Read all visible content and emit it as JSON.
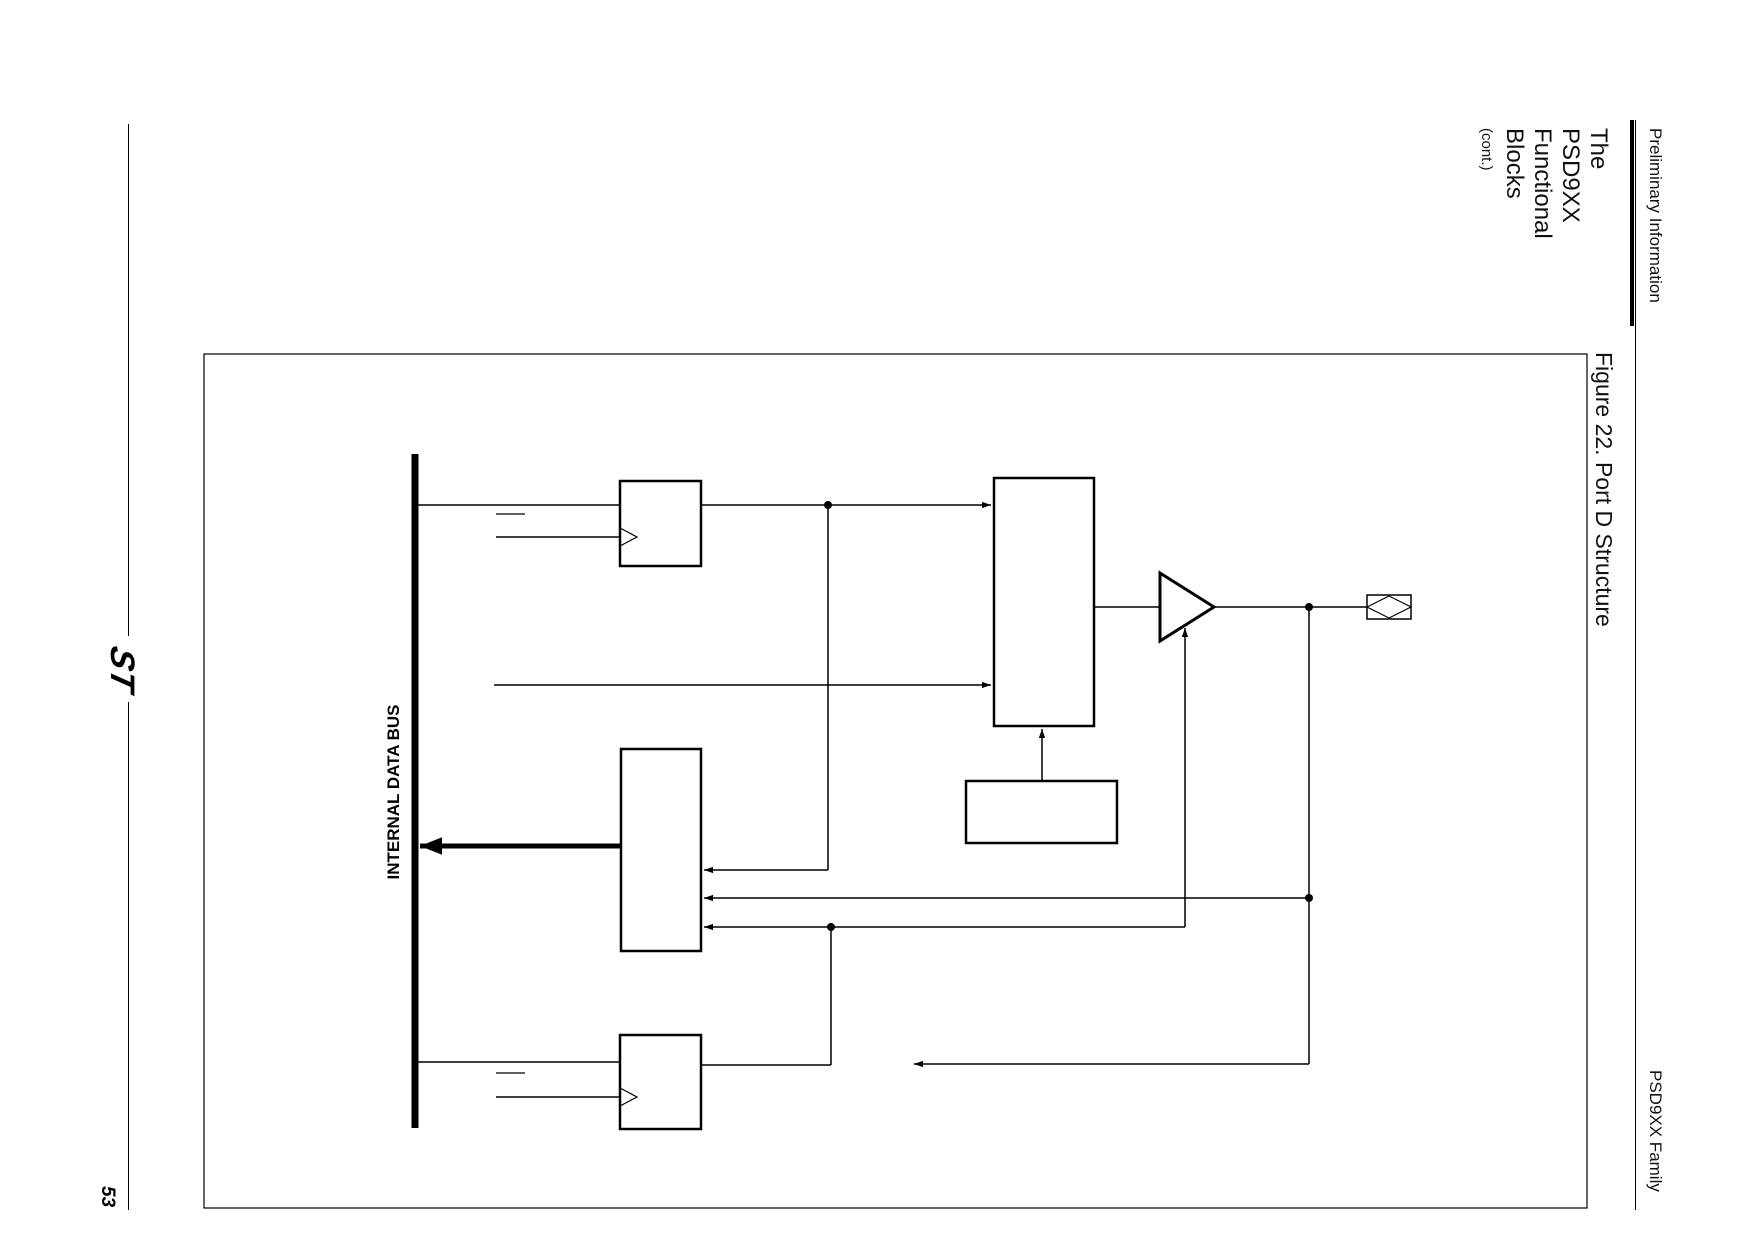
{
  "header": {
    "left_label": "Preliminary Information",
    "right_label": "PSD9XX Family"
  },
  "section": {
    "title_line1": "The",
    "title_line2": "PSD9XX",
    "title_line3": "Functional",
    "title_line4": "Blocks",
    "cont_label": "(cont.)"
  },
  "figure": {
    "caption": "Figure 22.  Port D Structure",
    "bus_label": "INTERNAL DATA BUS"
  },
  "footer": {
    "page_number": "53",
    "logo_text": "ST"
  }
}
